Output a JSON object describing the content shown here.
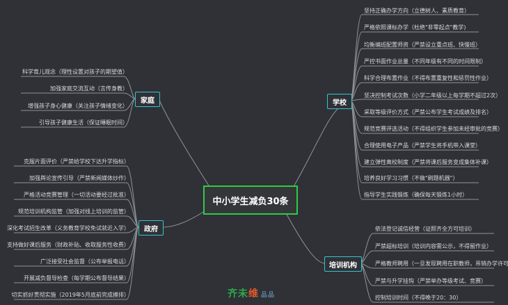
{
  "center": {
    "label": "中小学生减负30条"
  },
  "branches": {
    "family": {
      "label": "家庭",
      "items": [
        "科学育儿观念（理性设置对孩子的期望值）",
        "加强家庭交流互动（言传身教）",
        "增强孩子身心健康（关注孩子情绪变化）",
        "引导孩子健康生活（保证睡眠时间）"
      ]
    },
    "school": {
      "label": "学校",
      "items": [
        "坚持正确办学方向（立德树人、素质教育）",
        "严格依照课标办学（杜绝\"非零起点\"教学)",
        "均衡编班配置师资（严禁设立重点班、快慢班）",
        "严控书面作业总量（不同年级有不同的时间限制）",
        "科学合理布置作业（不得布置重复性和惩罚性作业）",
        "坚决控制考试次数（小学二年级以上每学期不超过2次）",
        "采取等级评价方式（严禁公布学生考试成绩及排名）",
        "规范竞赛评选活动（不得组织学生参加未经审批的竞赛）",
        "合理使用电子产品（严禁学生将手机带入课堂）",
        "建立弹性离校制度（严禁将课后服务变成集体补课）",
        "培养良好学习习惯（不做\"刷题机器\"）",
        "指导学生实践锻炼（确保每天锻炼1小时）"
      ]
    },
    "government": {
      "label": "政府",
      "items": [
        "克服片面评价（严禁给学校下达升学指标）",
        "加强舆论宣传引导（严禁新闻媒体炒作）",
        "严格活动竞赛管理（一切活动要经过批准）",
        "规范培训机构监管（加强对线上培训的监管）",
        "深化考试招生改革（义务教育学校免试就近入学）",
        "支持做好课后服务（财政补贴、收取服务性收费）",
        "广泛接受社会监督（公布举报电话）",
        "开展减负督导检查（每学期公布督导结果）",
        "切实抓好贯彻实施（2019年5月底前完成摸排）"
      ]
    },
    "training": {
      "label": "培训机构",
      "items": [
        "依法登记诚信经营（证照齐全方可培训）",
        "严禁超标培训（培训内容需公示，不得留作业）",
        "严格教师聘用（一旦发现聘用在职教师，吊销办学许可证）",
        "严禁与升学挂钩（严禁举办等级考试、竞赛）",
        "控制培训时间（不得晚于20：30）"
      ]
    }
  },
  "watermark": {
    "part1": "齐未",
    "part2": "维",
    "part3": "品品"
  },
  "colors": {
    "background": "#2f3136",
    "line": "#8f9397",
    "hub_border": "#35c6d0",
    "center_border": "#2fcc45",
    "text": "#d9dbde"
  }
}
